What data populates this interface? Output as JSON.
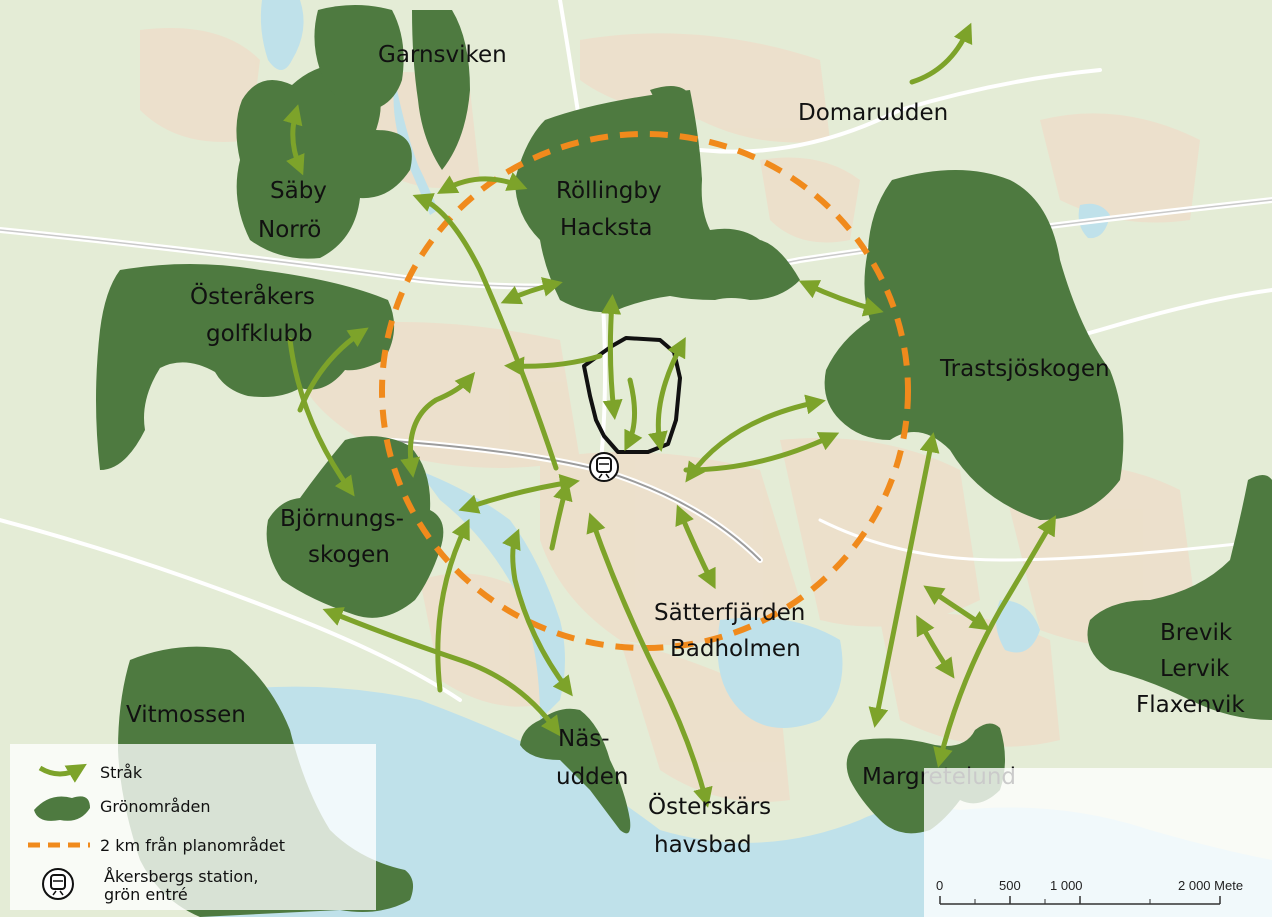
{
  "map": {
    "places": {
      "garnsviken": "Garnsviken",
      "domarudden": "Domarudden",
      "saby_1": "Säby",
      "saby_2": "Norrö",
      "rollingby_1": "Röllingby",
      "rollingby_2": "Hacksta",
      "golf_1": "Österåkers",
      "golf_2": "golfklubb",
      "trastsjo": "Trastsjöskogen",
      "bjorn_1": "Björnungs-",
      "bjorn_2": "skogen",
      "satter_1": "Sätterfjärden",
      "satter_2": "Badholmen",
      "brevik_1": "Brevik",
      "brevik_2": "Lervik",
      "brevik_3": "Flaxenvik",
      "vitmossen": "Vitmossen",
      "nas_1": "Näs-",
      "nas_2": "udden",
      "osterskar_1": "Österskärs",
      "osterskar_2": "havsbad",
      "margretelund": "Margretelund"
    },
    "station_icon": "train-icon",
    "colors": {
      "green_area": "#4e7a40",
      "route": "#7da32a",
      "buffer": "#f08a1c",
      "water": "#bfe1ea",
      "land": "#e6efd6"
    }
  },
  "legend": {
    "items": [
      {
        "label": "Stråk",
        "icon": "route-arrow-icon"
      },
      {
        "label": "Grönområden",
        "icon": "green-area-icon"
      },
      {
        "label": "2 km från planområdet",
        "icon": "dashed-line-icon"
      },
      {
        "label_1": "Åkersbergs station,",
        "label_2": "grön entré",
        "icon": "train-icon"
      }
    ]
  },
  "scalebar": {
    "ticks": [
      "0",
      "500",
      "1 000",
      "2 000 Mete"
    ]
  }
}
